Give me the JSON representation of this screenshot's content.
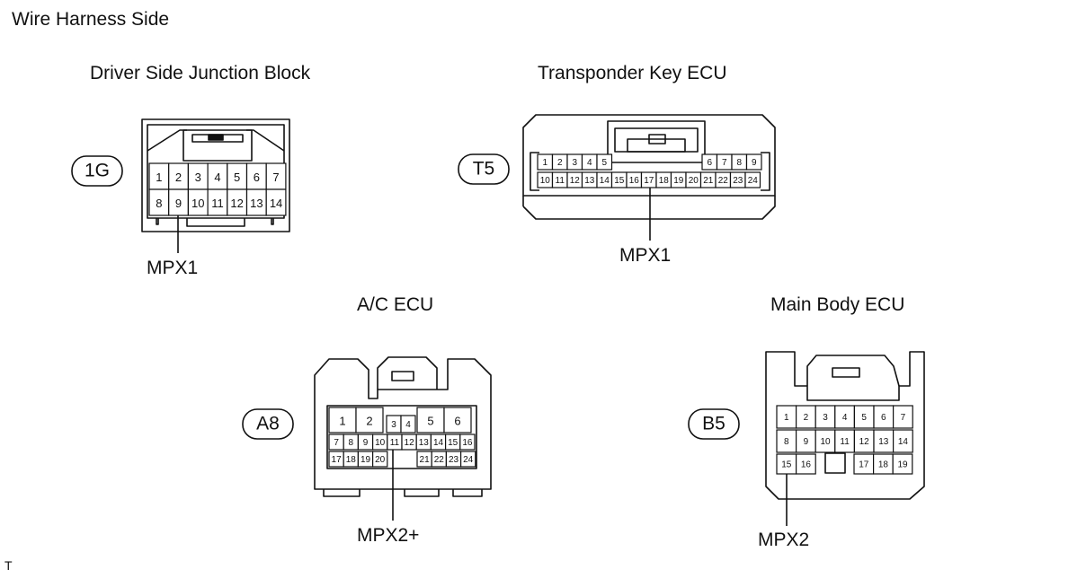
{
  "page_title": "Wire Harness Side",
  "corner_mark": "T",
  "connectors": {
    "djb": {
      "title": "Driver Side Junction Block",
      "code": "1G",
      "wire": "MPX1",
      "pins_row1": [
        "1",
        "2",
        "3",
        "4",
        "5",
        "6",
        "7"
      ],
      "pins_row2": [
        "8",
        "9",
        "10",
        "11",
        "12",
        "13",
        "14"
      ]
    },
    "tke": {
      "title": "Transponder Key ECU",
      "code": "T5",
      "wire": "MPX1",
      "pins_row1_left": [
        "1",
        "2",
        "3",
        "4",
        "5"
      ],
      "pins_row1_right": [
        "6",
        "7",
        "8",
        "9"
      ],
      "pins_row2": [
        "10",
        "11",
        "12",
        "13",
        "14",
        "15",
        "16",
        "17",
        "18",
        "19",
        "20",
        "21",
        "22",
        "23",
        "24"
      ]
    },
    "ac": {
      "title": "A/C ECU",
      "code": "A8",
      "wire": "MPX2+",
      "pins_top_left": [
        "1",
        "2"
      ],
      "pins_top_mid": [
        "3",
        "4"
      ],
      "pins_top_right": [
        "5",
        "6"
      ],
      "pins_row2": [
        "7",
        "8",
        "9",
        "10",
        "11",
        "12",
        "13",
        "14",
        "15",
        "16"
      ],
      "pins_row3_left": [
        "17",
        "18",
        "19",
        "20"
      ],
      "pins_row3_right": [
        "21",
        "22",
        "23",
        "24"
      ]
    },
    "mb": {
      "title": "Main Body ECU",
      "code": "B5",
      "wire": "MPX2",
      "pins_row1": [
        "1",
        "2",
        "3",
        "4",
        "5",
        "6",
        "7"
      ],
      "pins_row2": [
        "8",
        "9",
        "10",
        "11",
        "12",
        "13",
        "14"
      ],
      "pins_row3_left": [
        "15",
        "16"
      ],
      "pins_row3_right": [
        "17",
        "18",
        "19"
      ]
    }
  }
}
